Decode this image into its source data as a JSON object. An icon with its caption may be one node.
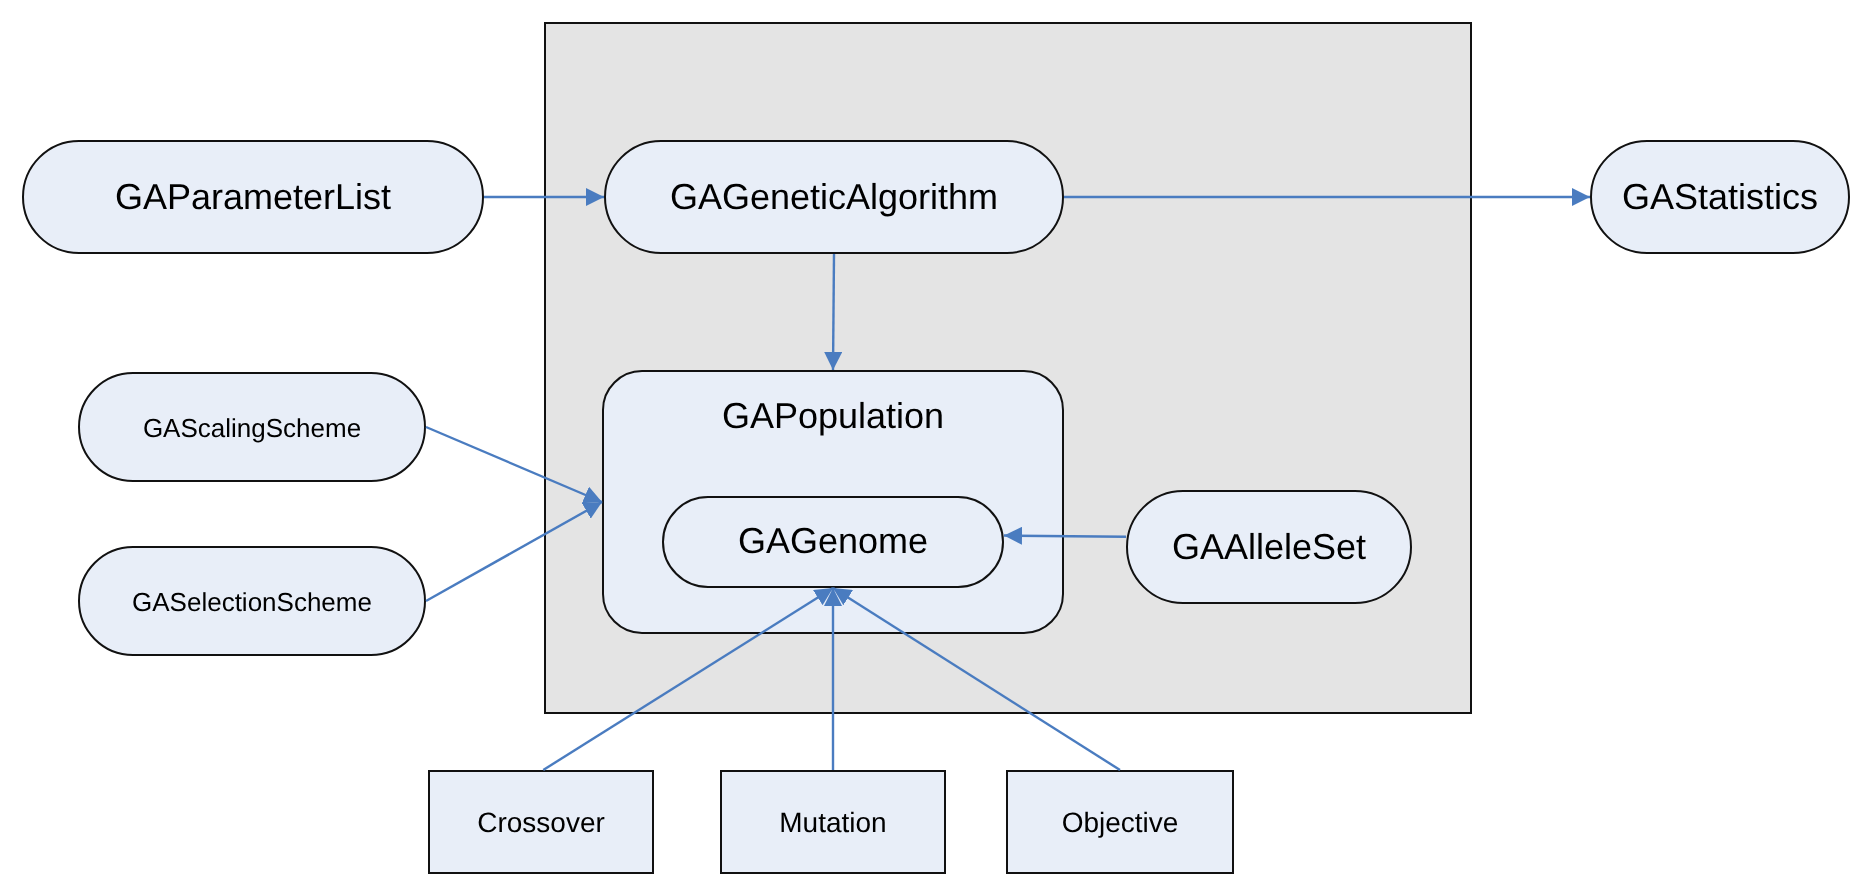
{
  "diagram": {
    "nodes": [
      {
        "text": [],
        "shape": "box"
      },
      {
        "text": [
          "GAParameterList"
        ]
      },
      {
        "text": [
          "GAGeneticAlgorithm"
        ],
        "in": 0
      },
      {
        "text": [
          "GAStatistics"
        ]
      },
      {
        "text": [
          "GAScalingScheme"
        ]
      },
      {
        "text": [
          "GAPopulation"
        ],
        "in": 0
      },
      {
        "text": [
          "GASelectionScheme"
        ]
      },
      {
        "text": [
          "GAGenome"
        ],
        "in": 5
      },
      {
        "text": [
          "GAAlleleSet"
        ],
        "in": 0
      },
      {
        "text": [
          "Crossover"
        ]
      },
      {
        "text": [
          "Mutation"
        ]
      },
      {
        "text": [
          "Objective"
        ]
      }
    ],
    "edges": [
      {
        "from": 1,
        "to": 2,
        "arrow": "to"
      },
      {
        "from": 2,
        "to": 3,
        "arrow": "to"
      },
      {
        "from": 2,
        "to": 5,
        "arrow": "to"
      },
      {
        "from": 4,
        "to": 5,
        "arrow": "to"
      },
      {
        "from": 6,
        "to": 5,
        "arrow": "to"
      },
      {
        "from": 8,
        "to": 7,
        "arrow": "to"
      },
      {
        "from": 9,
        "to": 7,
        "arrow": "to"
      },
      {
        "from": 10,
        "to": 7,
        "arrow": "to"
      },
      {
        "from": 11,
        "to": 7,
        "arrow": "to"
      }
    ]
  }
}
